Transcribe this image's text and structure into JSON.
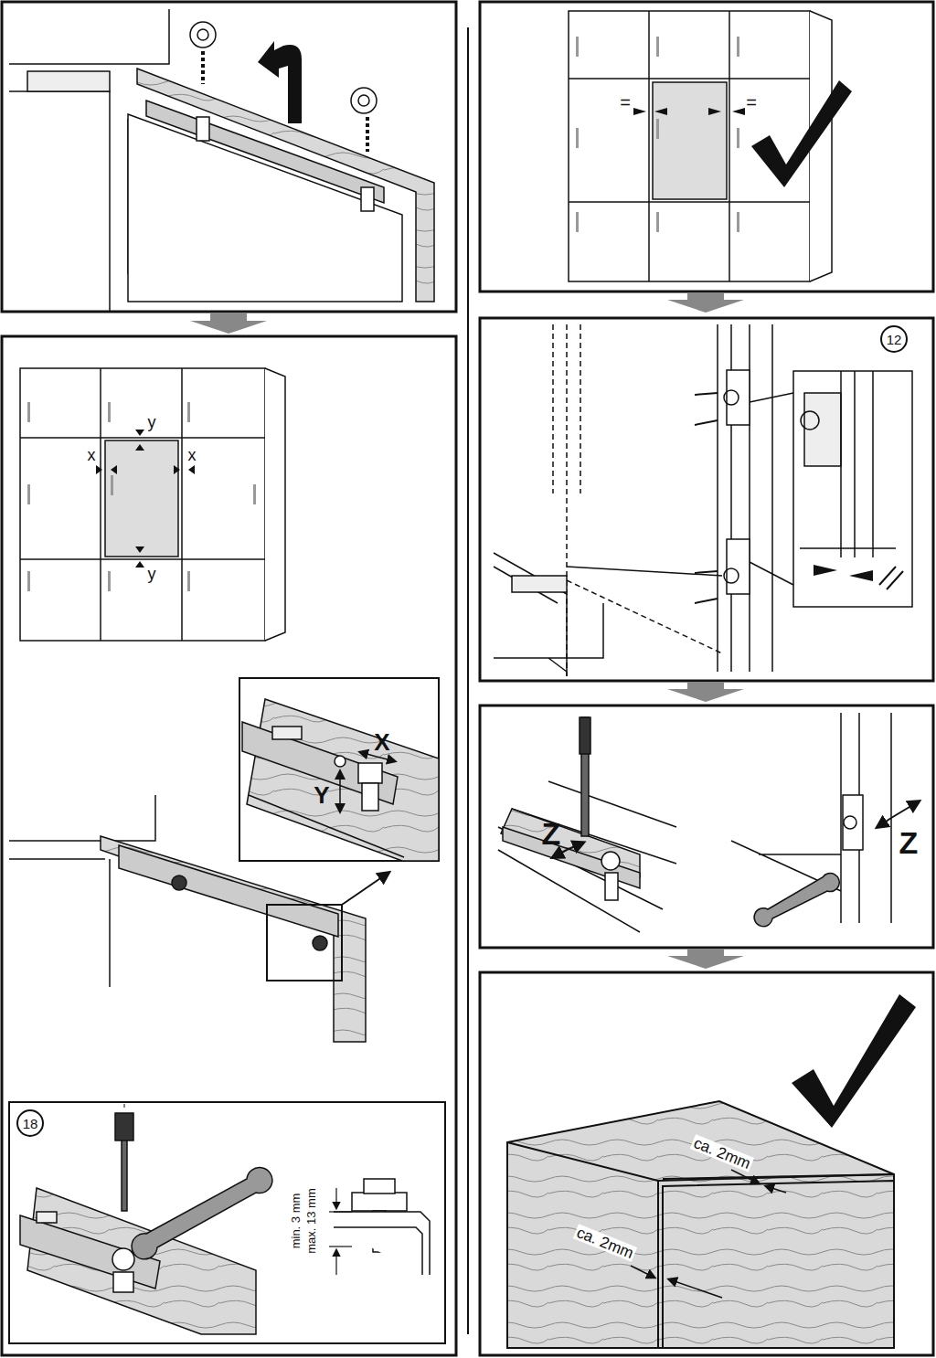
{
  "diagram": {
    "nodes": [
      {
        "text": [
          "12"
        ]
      },
      {
        "text": [
          "18"
        ]
      }
    ],
    "labels": [
      "y",
      "y",
      "x",
      "x",
      "X",
      "Y",
      "min. 3 mm",
      "max. 13 mm",
      "=",
      "=",
      "Z",
      "Z",
      "ca. 2mm",
      "ca. 2mm"
    ]
  }
}
